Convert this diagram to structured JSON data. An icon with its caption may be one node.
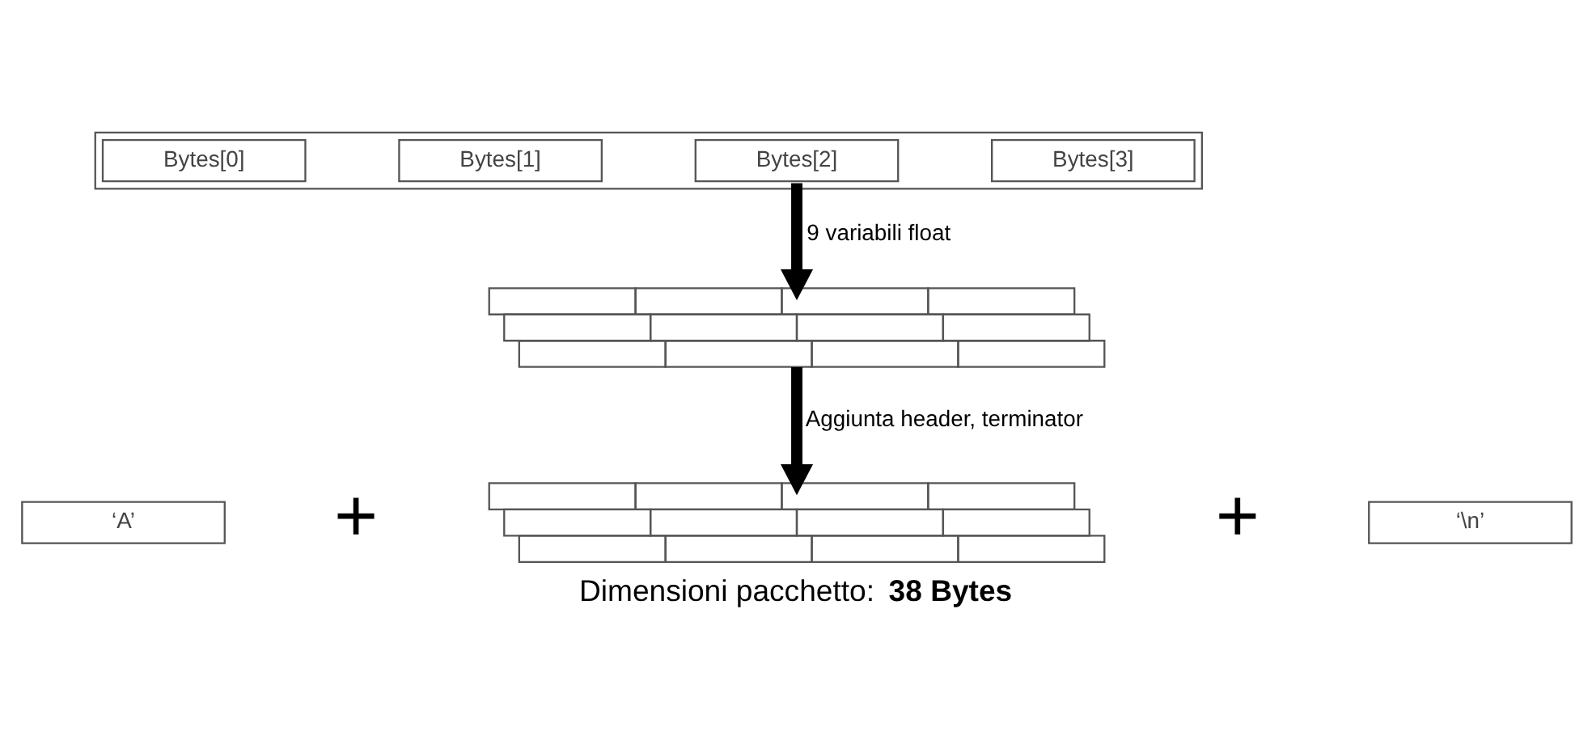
{
  "diagram": {
    "caption": "Dimensioni pacchetto: **38 Bytes**",
    "nodes": [
      {
        "text": [],
        "shape": "box"
      },
      {
        "text": [
          "Bytes[0]"
        ],
        "in": 0
      },
      {
        "text": [
          "Bytes[1]"
        ],
        "in": 0
      },
      {
        "text": [
          "Bytes[2]"
        ],
        "in": 0
      },
      {
        "text": [
          "Bytes[3]"
        ],
        "in": 0
      },
      {
        "text": [],
        "shape": "box"
      },
      {
        "text": [
          "‘A’"
        ]
      },
      {
        "text": [],
        "shape": "box"
      },
      {
        "text": [
          "‘\\n’"
        ]
      }
    ],
    "edges": [
      {
        "from": 0,
        "to": 5,
        "arrow": "to",
        "label": "9 variabili float"
      },
      {
        "from": 5,
        "to": 7,
        "arrow": "to",
        "label": "Aggiunta header, terminator"
      }
    ],
    "labels": [
      "+",
      "+"
    ]
  }
}
